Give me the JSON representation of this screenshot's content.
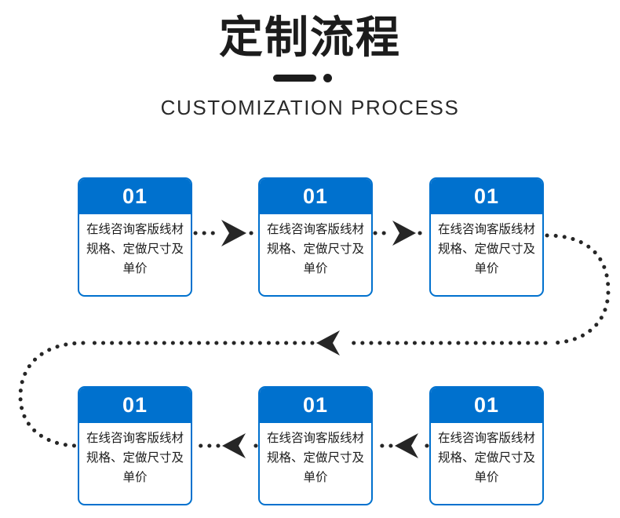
{
  "header": {
    "title": "定制流程",
    "subtitle": "CUSTOMIZATION PROCESS",
    "divider_icon": "bar-dot-divider"
  },
  "colors": {
    "brand_blue": "#0071CE",
    "text_dark": "#1C1C1C",
    "connector_dark": "#262626",
    "background": "#FFFFFF"
  },
  "flow": {
    "rows": [
      {
        "name": "top-row",
        "direction": "left-to-right",
        "cards": [
          {
            "number": "01",
            "text": "在线咨询客版线材规格、定做尺寸及单价"
          },
          {
            "number": "01",
            "text": "在线咨询客版线材规格、定做尺寸及单价"
          },
          {
            "number": "01",
            "text": "在线咨询客版线材规格、定做尺寸及单价"
          }
        ]
      },
      {
        "name": "bottom-row",
        "direction": "right-to-left",
        "cards": [
          {
            "number": "01",
            "text": "在线咨询客版线材规格、定做尺寸及单价"
          },
          {
            "number": "01",
            "text": "在线咨询客版线材规格、定做尺寸及单价"
          },
          {
            "number": "01",
            "text": "在线咨询客版线材规格、定做尺寸及单价"
          }
        ]
      }
    ],
    "connectors": [
      {
        "name": "top-connector-1",
        "icon": "arrow-right-icon",
        "style": "dotted"
      },
      {
        "name": "top-connector-2",
        "icon": "arrow-right-icon",
        "style": "dotted"
      },
      {
        "name": "right-loop",
        "icon": "curved-dotted-path",
        "style": "dotted"
      },
      {
        "name": "return-connector",
        "icon": "arrow-left-icon",
        "style": "dotted"
      },
      {
        "name": "left-loop",
        "icon": "curved-dotted-path",
        "style": "dotted"
      },
      {
        "name": "bottom-connector-1",
        "icon": "arrow-left-icon",
        "style": "dotted"
      },
      {
        "name": "bottom-connector-2",
        "icon": "arrow-left-icon",
        "style": "dotted"
      }
    ]
  }
}
